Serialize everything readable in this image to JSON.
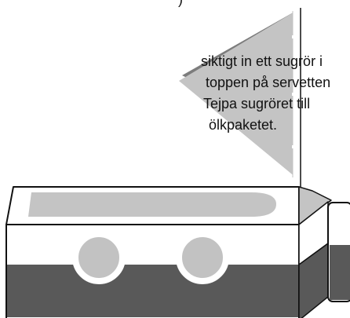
{
  "instructions": {
    "lines": [
      ")",
      "siktigt in ett sugrör i",
      "toppen på servetten",
      "Tejpa sugröret till",
      "ölkpaketet."
    ]
  },
  "colors": {
    "napkin_dark": "#7c7c7c",
    "napkin_light": "#c4c4c4",
    "carton_top": "#ffffff",
    "carton_bottom": "#595959",
    "window_fill": "#c2c2c2",
    "outline": "#111111"
  }
}
